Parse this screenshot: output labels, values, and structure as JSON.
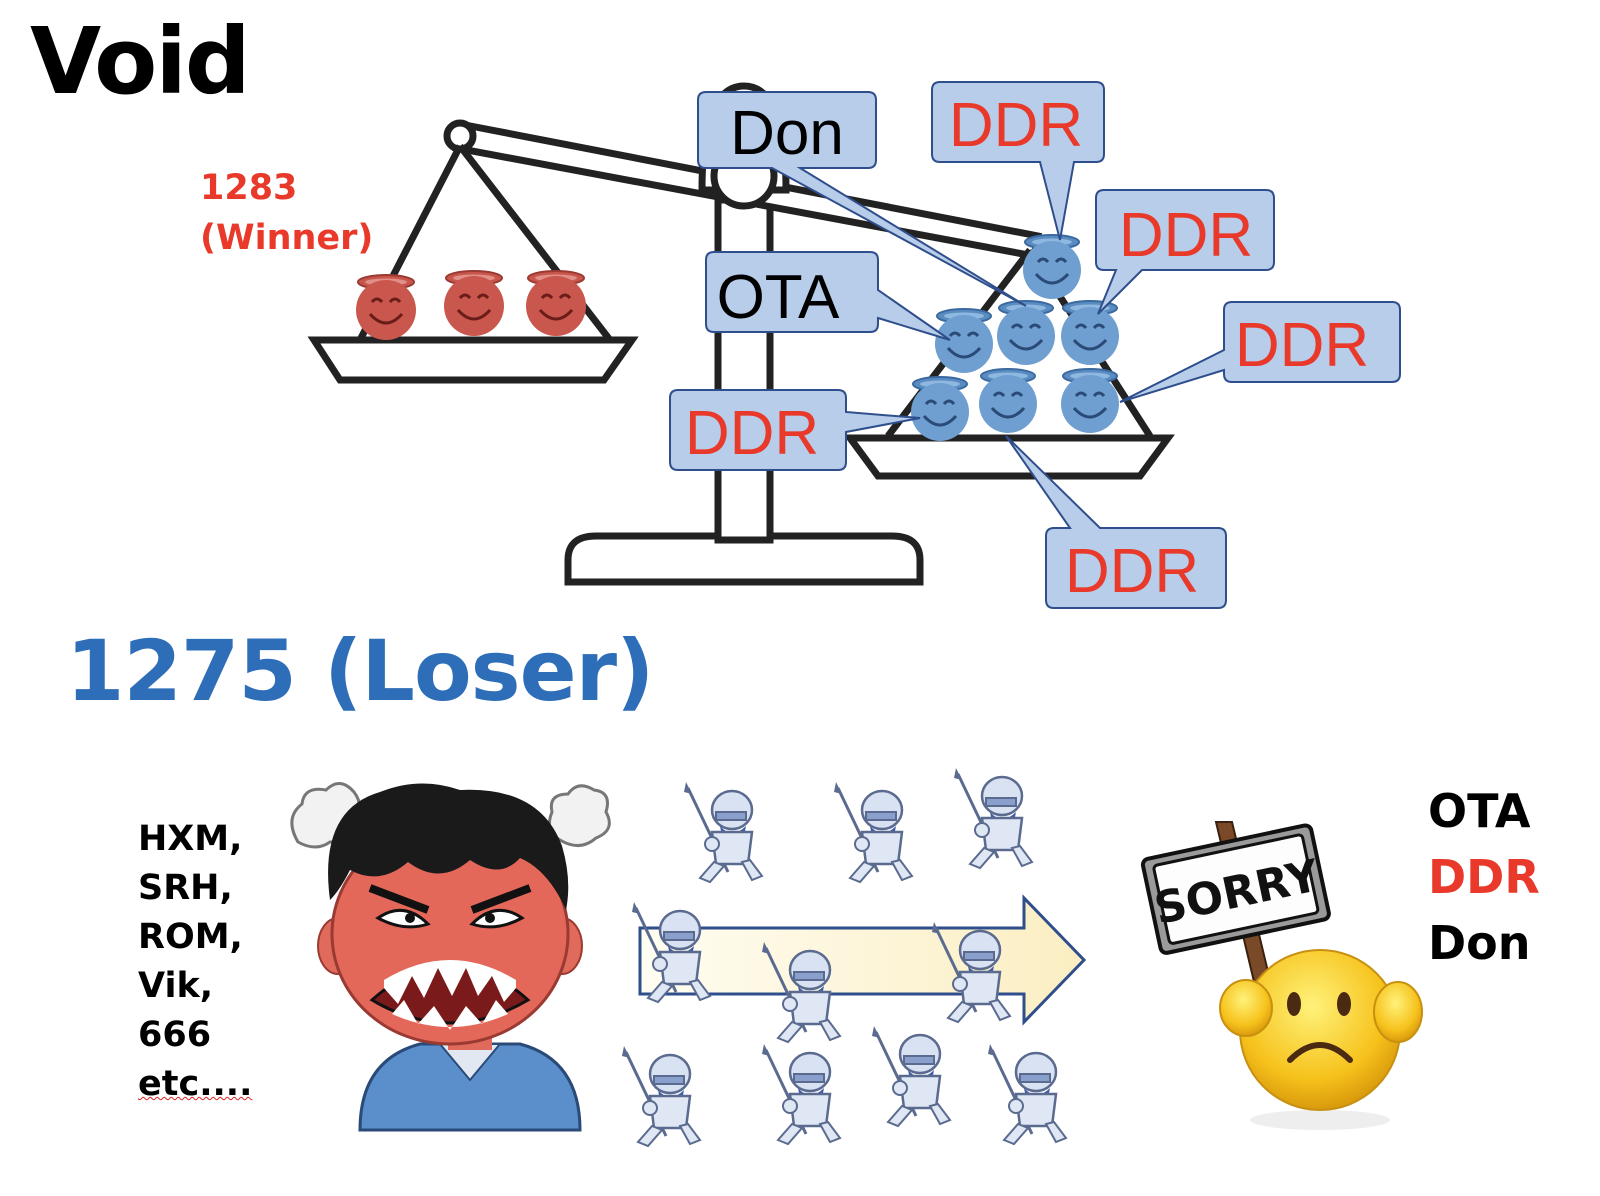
{
  "title": "Void",
  "winner": {
    "number": "1283",
    "label": "(Winner)"
  },
  "loser": "1275 (Loser)",
  "colors": {
    "red": "#e8392a",
    "blue": "#2e6db8",
    "bubble_fill": "#b8cdea",
    "bubble_stroke": "#2f4e8c"
  },
  "bubbles": [
    {
      "text": "Don",
      "color": "#000000"
    },
    {
      "text": "DDR",
      "color": "#e8392a"
    },
    {
      "text": "DDR",
      "color": "#e8392a"
    },
    {
      "text": "OTA",
      "color": "#000000"
    },
    {
      "text": "DDR",
      "color": "#e8392a"
    },
    {
      "text": "DDR",
      "color": "#e8392a"
    },
    {
      "text": "DDR",
      "color": "#e8392a"
    }
  ],
  "teams": [
    "HXM,",
    "SRH,",
    "ROM,",
    "Vik,",
    "666",
    "etc...."
  ],
  "sign": "SORRY",
  "right_list": [
    {
      "text": "OTA",
      "color": "#000000"
    },
    {
      "text": "DDR",
      "color": "#e8392a"
    },
    {
      "text": "Don",
      "color": "#000000"
    }
  ],
  "icons": [
    "balance-scale-icon",
    "red-smiling-face-with-halo-icon",
    "blue-smiling-face-with-halo-icon",
    "angry-boy-icon",
    "knight-soldier-icon",
    "right-arrow-icon",
    "sorry-sign-emoji-icon"
  ]
}
